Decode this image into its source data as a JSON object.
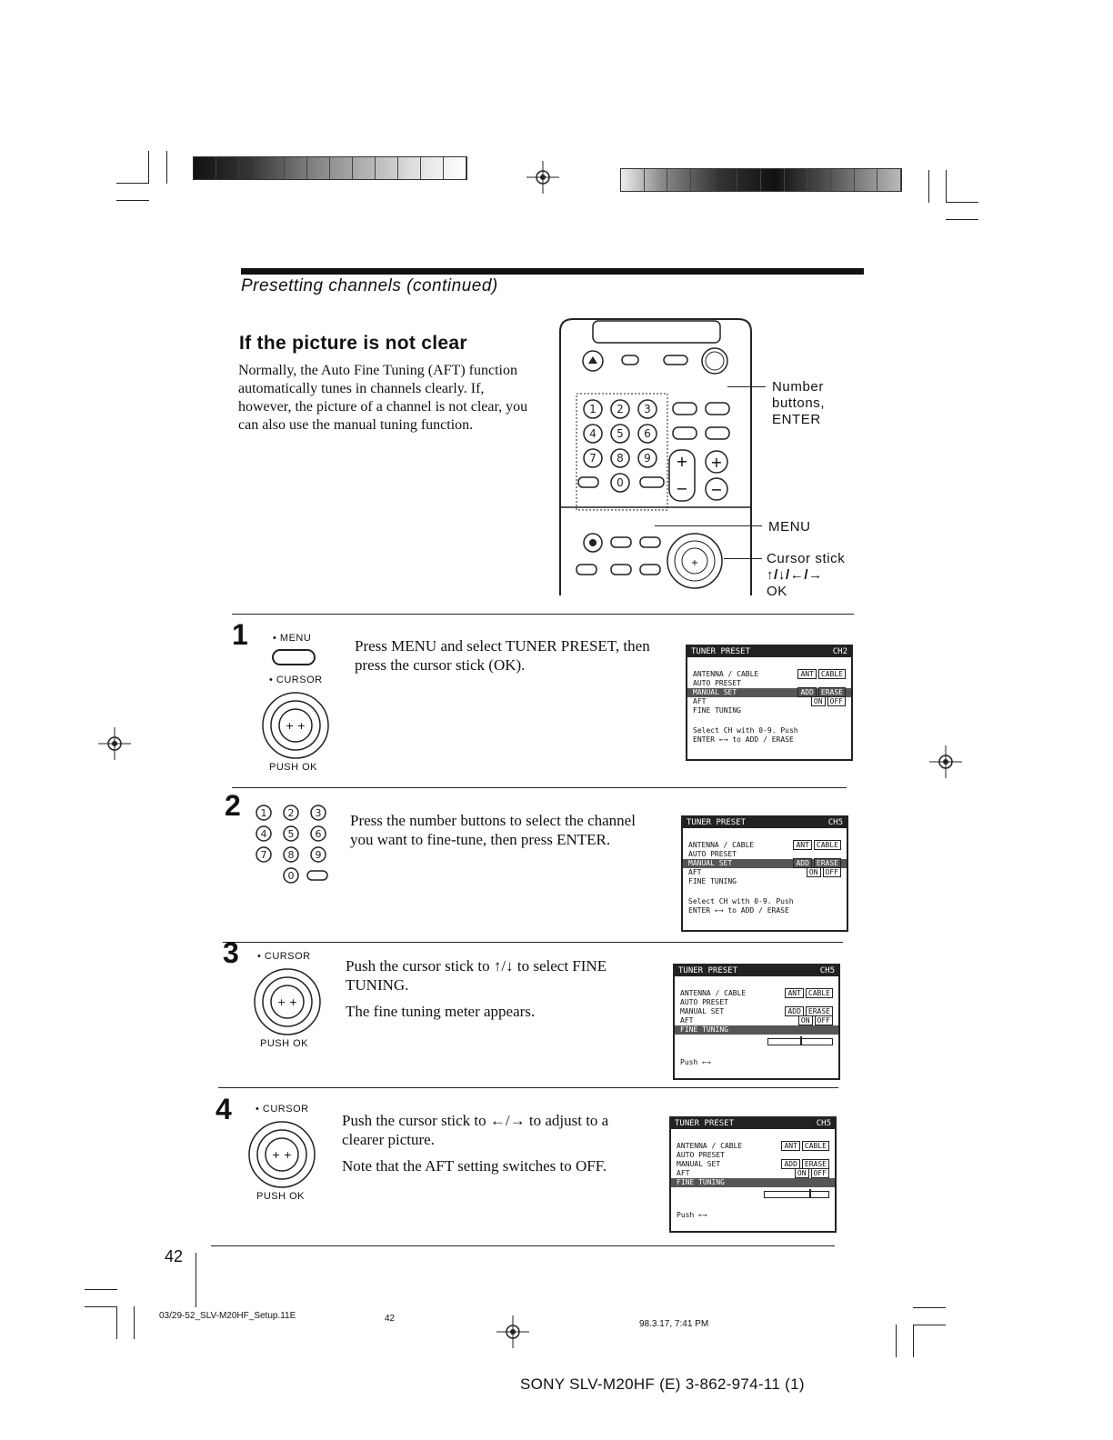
{
  "header": {
    "section_title": "Presetting channels (continued)"
  },
  "intro": {
    "heading": "If the picture is not clear",
    "body": "Normally, the Auto Fine Tuning (AFT) function automatically tunes in channels clearly. If, however, the picture of a channel is not clear, you can also use the manual tuning function."
  },
  "remote_callouts": {
    "number_buttons": "Number",
    "number_buttons_2": "buttons,",
    "enter": "ENTER",
    "menu": "MENU",
    "cursor_stick": "Cursor stick",
    "arrows": "↑/↓/←/→",
    "ok": "OK"
  },
  "remote_keys": [
    "1",
    "2",
    "3",
    "4",
    "5",
    "6",
    "7",
    "8",
    "9",
    "0"
  ],
  "steps": [
    {
      "number": "1",
      "label_top": "• MENU",
      "label_mid": "• CURSOR",
      "label_bottom": "PUSH OK",
      "text": "Press MENU and select TUNER PRESET, then press the cursor stick (OK).",
      "osd": {
        "title": "TUNER PRESET",
        "channel": "CH2",
        "rows": [
          "ANTENNA / CABLE",
          "AUTO PRESET",
          "MANUAL SET",
          "AFT",
          "FINE TUNING"
        ],
        "options_antenna": [
          "ANT",
          "CABLE"
        ],
        "options_manual": [
          "ADD",
          "ERASE"
        ],
        "options_aft": [
          "ON",
          "OFF"
        ],
        "footer_1": "Select CH with 0-9. Push",
        "footer_2": "ENTER ←→ to ADD / ERASE"
      }
    },
    {
      "number": "2",
      "keys": [
        "1",
        "2",
        "3",
        "4",
        "5",
        "6",
        "7",
        "8",
        "9",
        "0"
      ],
      "text": "Press the number buttons to select the channel you want to fine-tune, then press ENTER.",
      "osd": {
        "title": "TUNER PRESET",
        "channel": "CH5",
        "rows": [
          "ANTENNA / CABLE",
          "AUTO PRESET",
          "MANUAL SET",
          "AFT",
          "FINE TUNING"
        ],
        "options_antenna": [
          "ANT",
          "CABLE"
        ],
        "options_manual": [
          "ADD",
          "ERASE"
        ],
        "options_aft": [
          "ON",
          "OFF"
        ],
        "footer_1": "Select CH with 0-9. Push",
        "footer_2": "ENTER ←→ to ADD / ERASE"
      }
    },
    {
      "number": "3",
      "label_top": "• CURSOR",
      "label_bottom": "PUSH OK",
      "text": "Push the cursor stick to ↑/↓ to select FINE TUNING.",
      "text_2": "The fine tuning meter appears.",
      "osd": {
        "title": "TUNER PRESET",
        "channel": "CH5",
        "rows": [
          "ANTENNA / CABLE",
          "AUTO PRESET",
          "MANUAL SET",
          "AFT",
          "FINE TUNING"
        ],
        "options_antenna": [
          "ANT",
          "CABLE"
        ],
        "options_manual": [
          "ADD",
          "ERASE"
        ],
        "options_aft": [
          "ON",
          "OFF"
        ],
        "footer_1": "Push ←→"
      }
    },
    {
      "number": "4",
      "label_top": "• CURSOR",
      "label_bottom": "PUSH OK",
      "text": "Push the cursor stick to ←/→ to adjust to a clearer picture.",
      "text_2": "Note that the AFT setting switches to OFF.",
      "osd": {
        "title": "TUNER PRESET",
        "channel": "CH5",
        "rows": [
          "ANTENNA / CABLE",
          "AUTO PRESET",
          "MANUAL SET",
          "AFT",
          "FINE TUNING"
        ],
        "options_antenna": [
          "ANT",
          "CABLE"
        ],
        "options_manual": [
          "ADD",
          "ERASE"
        ],
        "options_aft": [
          "ON",
          "OFF"
        ],
        "footer_1": "Push ←→"
      }
    }
  ],
  "footer": {
    "page_number": "42",
    "file_name": "03/29-52_SLV-M20HF_Setup.11E",
    "file_page": "42",
    "timestamp": "98.3.17, 7:41 PM",
    "model": "SONY  SLV-M20HF (E)   3-862-974-11 (1)"
  }
}
